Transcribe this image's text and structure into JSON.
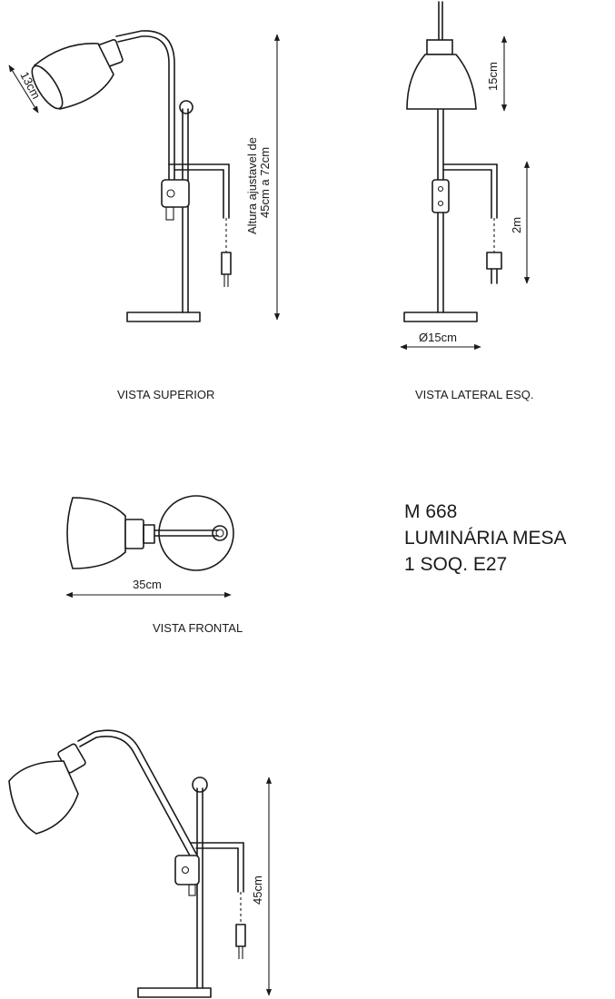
{
  "views": {
    "superior": {
      "caption": "VISTA SUPERIOR",
      "shade_dim": "13cm",
      "height_dim_line1": "Altura ajustavel de",
      "height_dim_line2": "45cm a 72cm"
    },
    "lateral": {
      "caption": "VISTA LATERAL ESQ.",
      "shade_dim": "15cm",
      "cable_dim": "2m",
      "base_dim": "Ø15cm"
    },
    "frontal": {
      "caption": "VISTA FRONTAL",
      "width_dim": "35cm"
    },
    "bottom": {
      "height_dim": "45cm"
    }
  },
  "product": {
    "code": "M 668",
    "name": "LUMINÁRIA MESA",
    "spec": "1 SOQ. E27"
  }
}
